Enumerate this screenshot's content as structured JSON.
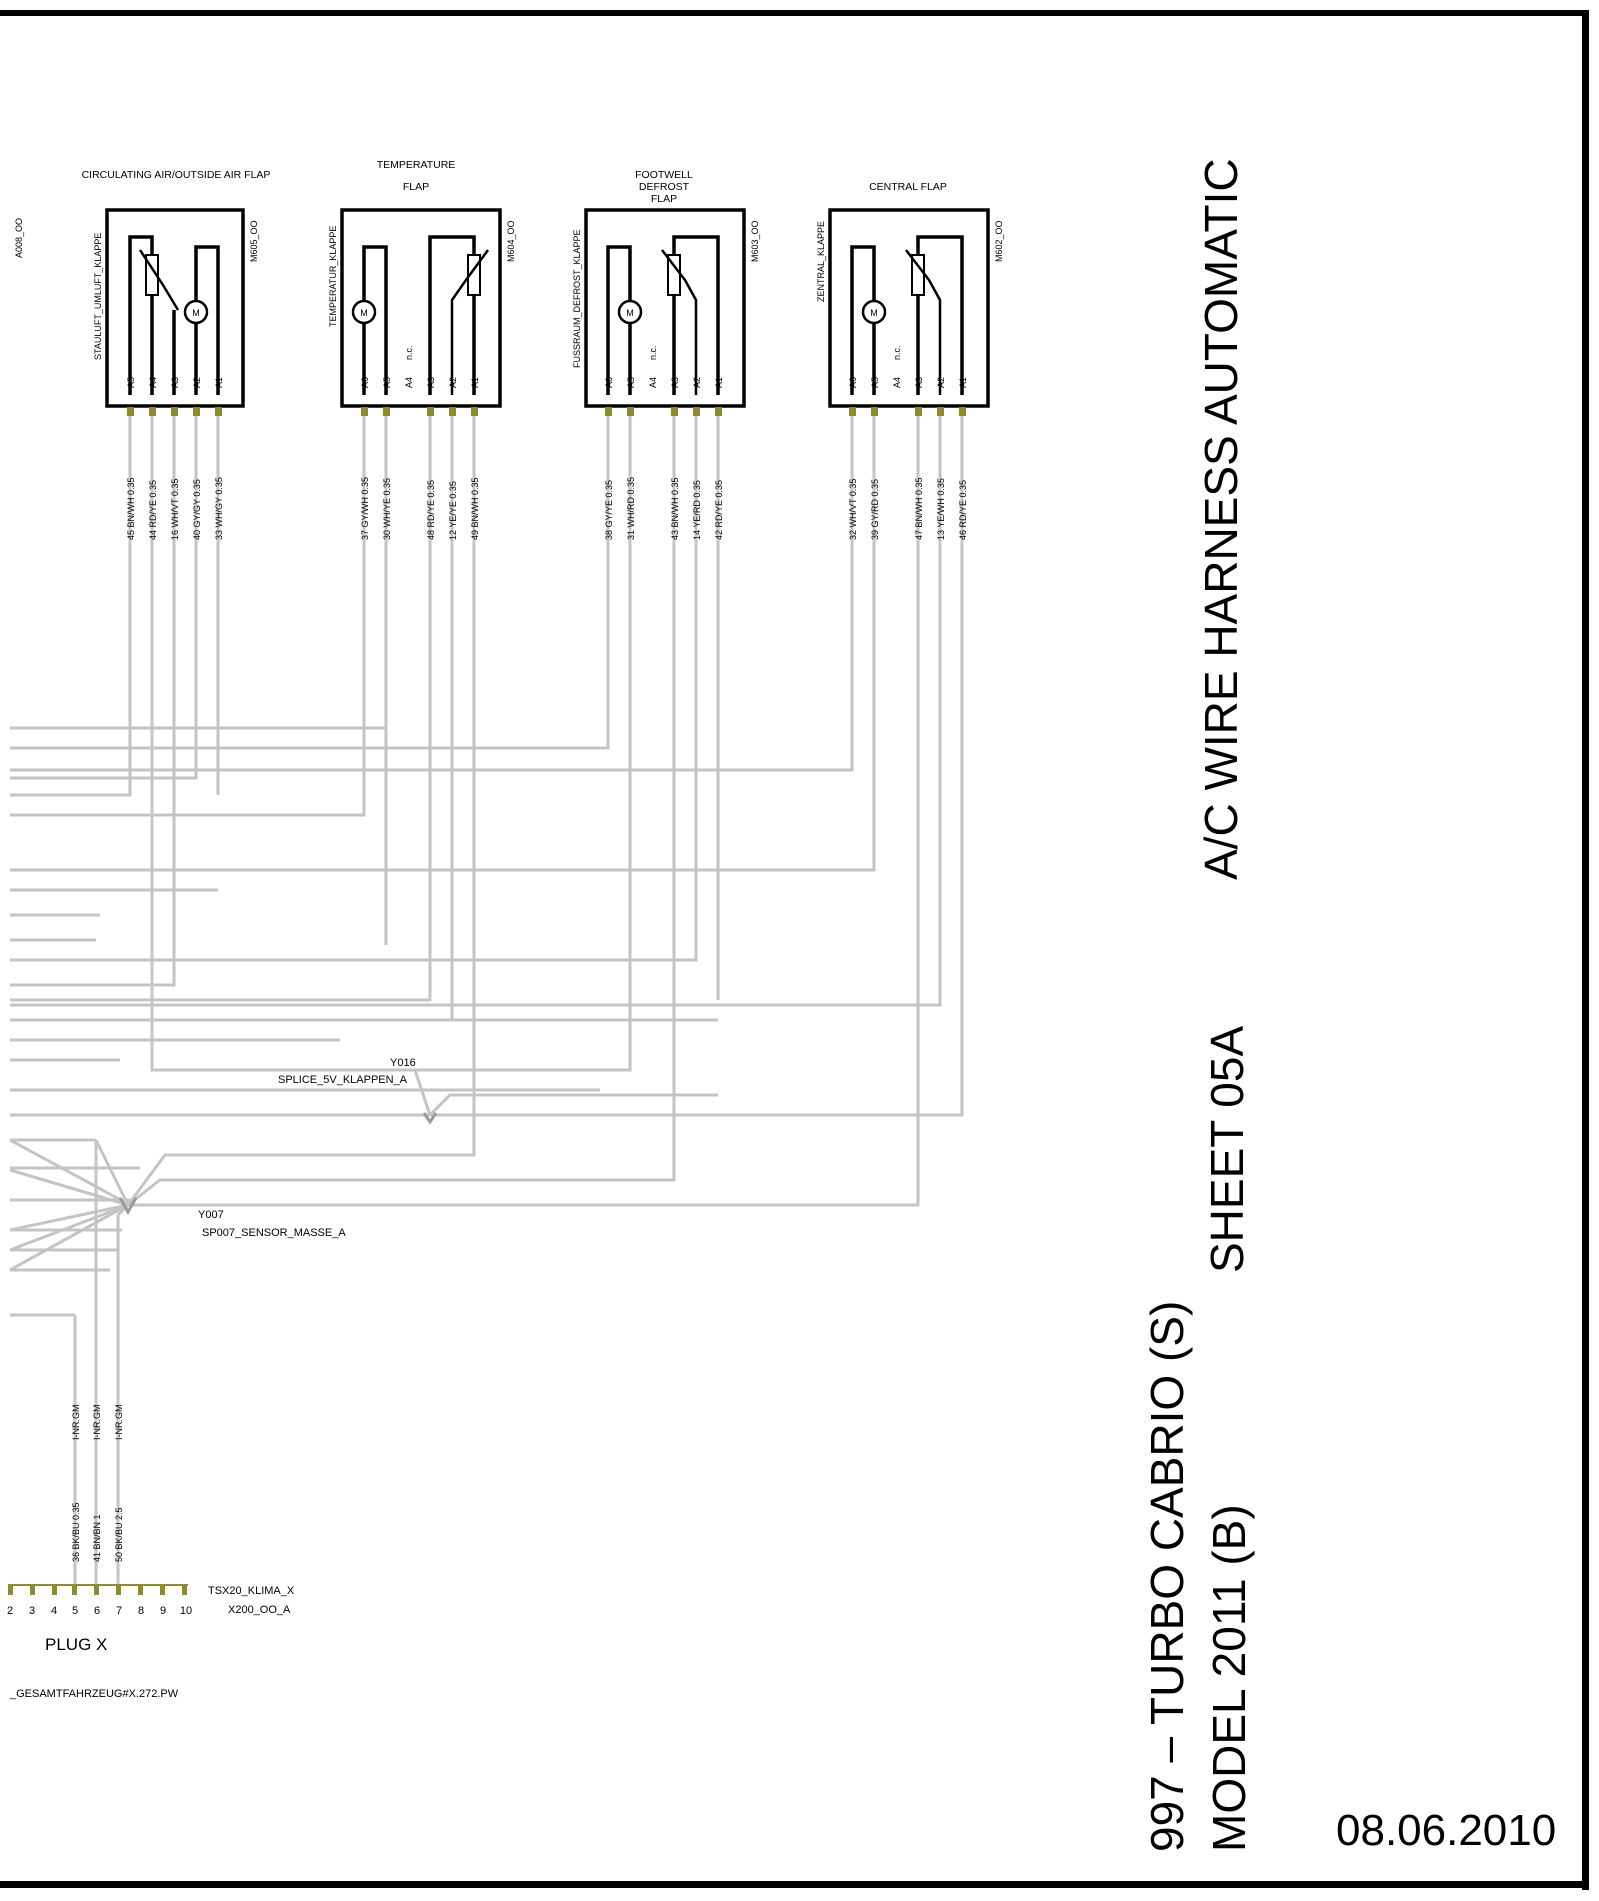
{
  "sheet": {
    "title": "A/C WIRE HARNESS  AUTOMATIC",
    "sheet_no": "SHEET 05A",
    "model_line1": "997 – TURBO CABRIO (S)",
    "model_line2": "MODEL 2011 (B)",
    "date": "08.06.2010",
    "left_ref": "A008_OO"
  },
  "components": [
    {
      "caption": [
        "CIRCULATING AIR/OUTSIDE AIR FLAP"
      ],
      "part_name": "STAULUFT_UMLUFT_KLAPPE",
      "ref": "M605_OO",
      "pins": [
        "A5",
        "A4",
        "A3",
        "A2",
        "A1"
      ],
      "wires": [
        "45 BN/WH 0.35",
        "44 RD/YE 0.35",
        "16 WH/VT 0.35",
        "40 GY/GY 0.35",
        "33 WH/GY 0.35"
      ]
    },
    {
      "caption": [
        "TEMPERATURE",
        "FLAP"
      ],
      "part_name": "TEMPERATUR_KLAPPE",
      "ref": "M604_OO",
      "pins": [
        "A6",
        "A5",
        "A4",
        "A3",
        "A2",
        "A1"
      ],
      "nc": "n.c.",
      "wires": [
        "37 GY/WH 0.35",
        "30 WH/YE 0.35",
        "48 RD/YE 0.35",
        "12 YE/YE 0.35",
        "49 BN/WH 0.35"
      ]
    },
    {
      "caption": [
        "FOOTWELL",
        "DEFROST",
        "FLAP"
      ],
      "part_name": "FUSSRAUM_DEFROST_KLAPPE",
      "ref": "M603_OO",
      "pins": [
        "A6",
        "A5",
        "A4",
        "A3",
        "A2",
        "A1"
      ],
      "nc": "n.c.",
      "wires": [
        "38 GY/YE 0.35",
        "31 WH/RD 0.35",
        "43 BN/WH 0.35",
        "14 YE/RD 0.35",
        "42 RD/YE 0.35"
      ]
    },
    {
      "caption": [
        "CENTRAL FLAP"
      ],
      "part_name": "ZENTRAL_KLAPPE",
      "ref": "M602_OO",
      "pins": [
        "A6",
        "A5",
        "A4",
        "A3",
        "A2",
        "A1"
      ],
      "nc": "n.c.",
      "wires": [
        "32 WH/VT 0.35",
        "39 GY/RD 0.35",
        "47 BN/WH 0.35",
        "13 YE/WH 0.35",
        "46 RD/YE 0.35"
      ]
    }
  ],
  "motor_symbol": "M",
  "splices": {
    "y016_id": "Y016",
    "y016_name": "SPLICE_5V_KLAPPEN_A",
    "y007_id": "Y007",
    "y007_name": "SP007_SENSOR_MASSE_A"
  },
  "plug": {
    "ground_wires": [
      "36 BK/BU 0.35",
      "41 BN/BN 1",
      "50 BK/BU 2.5"
    ],
    "ground_refs": [
      "I-NR.GM",
      "I-NR.GM",
      "I-NR.GM"
    ],
    "pin_numbers": [
      "2",
      "3",
      "4",
      "5",
      "6",
      "7",
      "8",
      "9",
      "10"
    ],
    "name1": "TSX20_KLIMA_X",
    "name2": "X200_OO_A",
    "label": "PLUG X",
    "bottom_ref": "_GESAMTFAHRZEUG#X.272.PW"
  },
  "colors": {
    "wire": "#c4c4c4",
    "pin": "#8c8c2a",
    "ink": "#000000"
  }
}
